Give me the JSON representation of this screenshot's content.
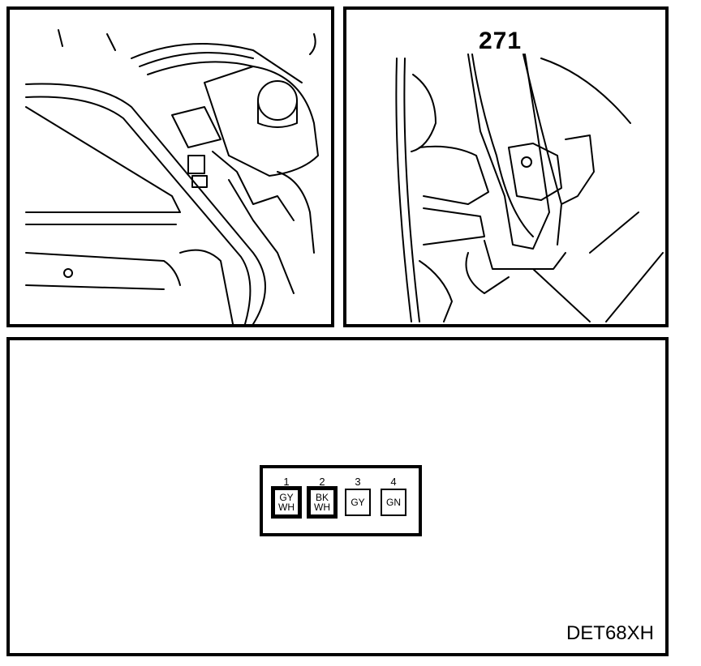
{
  "detail_callout": "271",
  "connector": {
    "pins": [
      {
        "number": "1",
        "wire": [
          "GY",
          "WH"
        ],
        "highlighted": true
      },
      {
        "number": "2",
        "wire": [
          "BK",
          "WH"
        ],
        "highlighted": true
      },
      {
        "number": "3",
        "wire": [
          "GY"
        ],
        "highlighted": false
      },
      {
        "number": "4",
        "wire": [
          "GN"
        ],
        "highlighted": false
      }
    ]
  },
  "diagram_code": "DET68XH"
}
